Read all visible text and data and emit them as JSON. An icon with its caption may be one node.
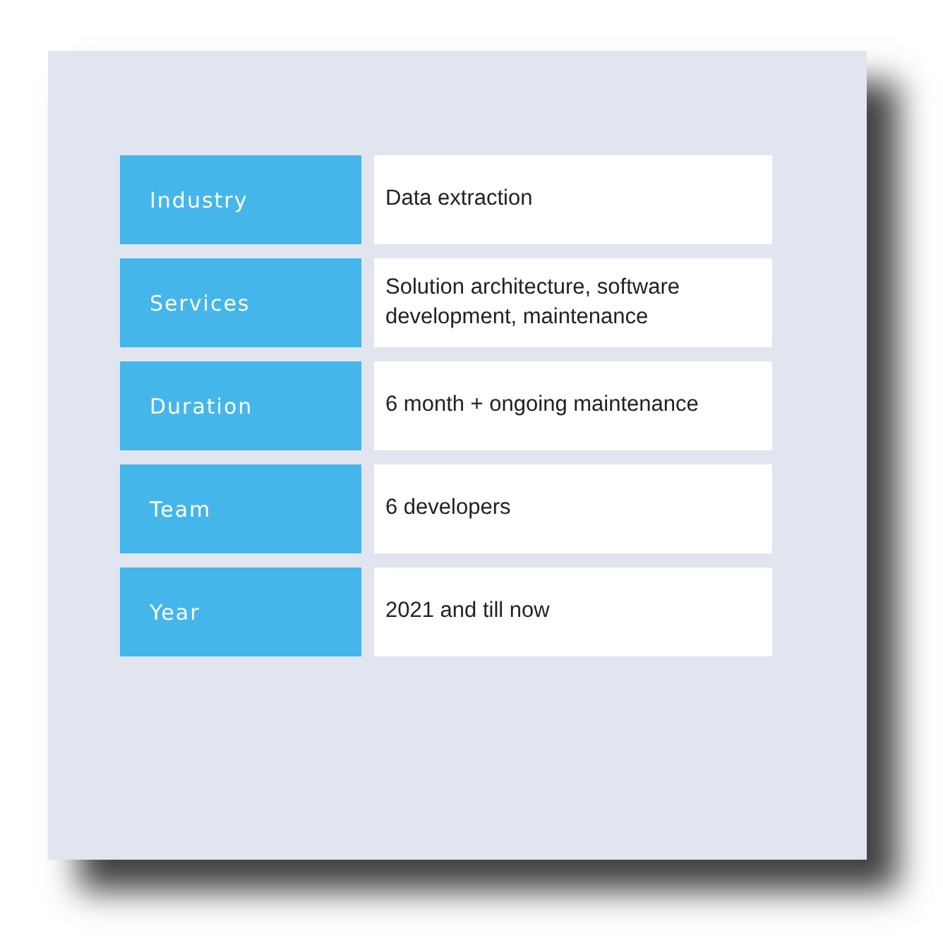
{
  "diagram": {
    "labels": [
      "Industry",
      "Data extraction",
      "Services",
      "Solution architecture, software development, maintenance",
      "Duration",
      "6 month + ongoing maintenance",
      "Team",
      "6 developers",
      "Year",
      "2021 and till now"
    ]
  }
}
